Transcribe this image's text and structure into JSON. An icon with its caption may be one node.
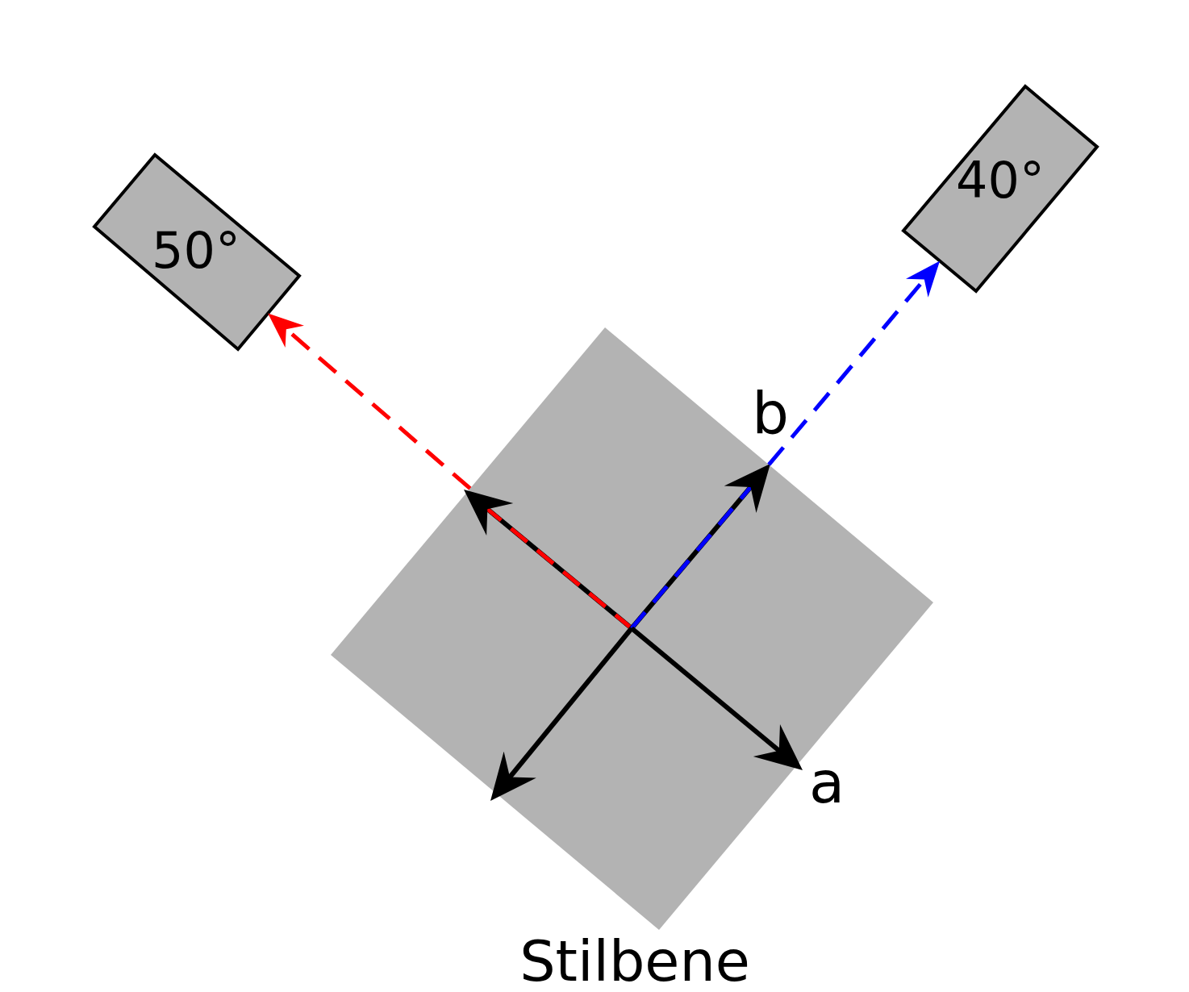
{
  "diagram": {
    "nodes": [
      {
        "text": [
          "Stilbene"
        ]
      },
      {
        "text": [
          "50°"
        ]
      },
      {
        "text": [
          "40°"
        ]
      }
    ],
    "edges": [
      {
        "from": 0,
        "to": 1,
        "arrow": "to",
        "style": "dashed",
        "color": "#ff0000"
      },
      {
        "from": 0,
        "to": 2,
        "arrow": "to",
        "style": "dashed",
        "color": "#0000ff"
      }
    ],
    "labels": [
      "b",
      "a"
    ]
  }
}
